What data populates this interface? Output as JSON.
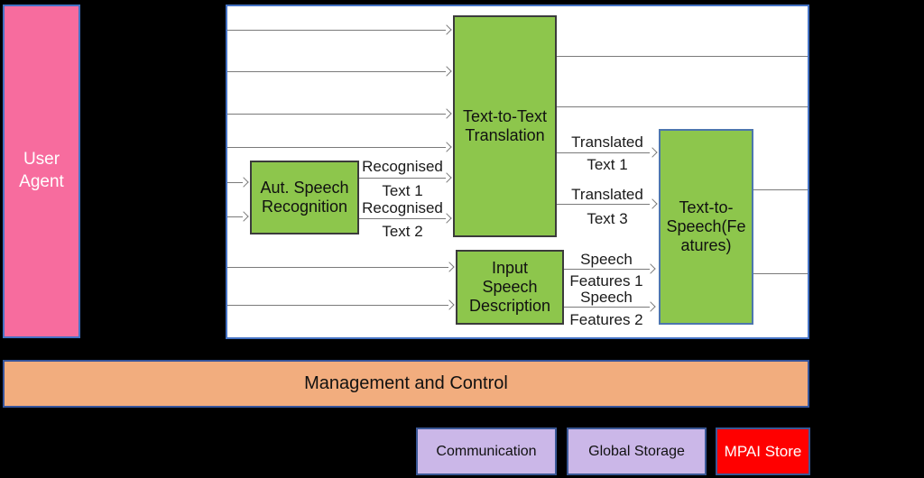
{
  "diagram": {
    "user_agent": "User\nAgent",
    "modules": {
      "asr": "Aut. Speech\nRecognition",
      "ttt": "Text-to-Text\nTranslation",
      "isd": "Input\nSpeech\nDescription",
      "tts": "Text-to-\nSpeech(Fe\natures)"
    },
    "io_labels": {
      "rec1_top": "Recognised",
      "rec1_bot": "Text 1",
      "rec2_top": "Recognised",
      "rec2_bot": "Text 2",
      "tr1_top": "Translated",
      "tr1_bot": "Text 1",
      "tr2_top": "Translated",
      "tr2_bot": "Text 3",
      "f1_top": "Speech",
      "f1_bot": "Features 1",
      "f2_top": "Speech",
      "f2_bot": "Features 2"
    },
    "management": "Management and Control",
    "bottom": {
      "communication": "Communication",
      "global_storage": "Global Storage",
      "mpai_store": "MPAI Store"
    },
    "colors": {
      "background": "#000000",
      "user_agent_fill": "#F76C9E",
      "module_fill": "#8DC64C",
      "management_fill": "#F2AD7E",
      "storage_fill": "#CBB7E8",
      "mpai_fill": "#FF0000",
      "frame_border": "#4472C4",
      "connector": "#7A7A7A"
    }
  }
}
